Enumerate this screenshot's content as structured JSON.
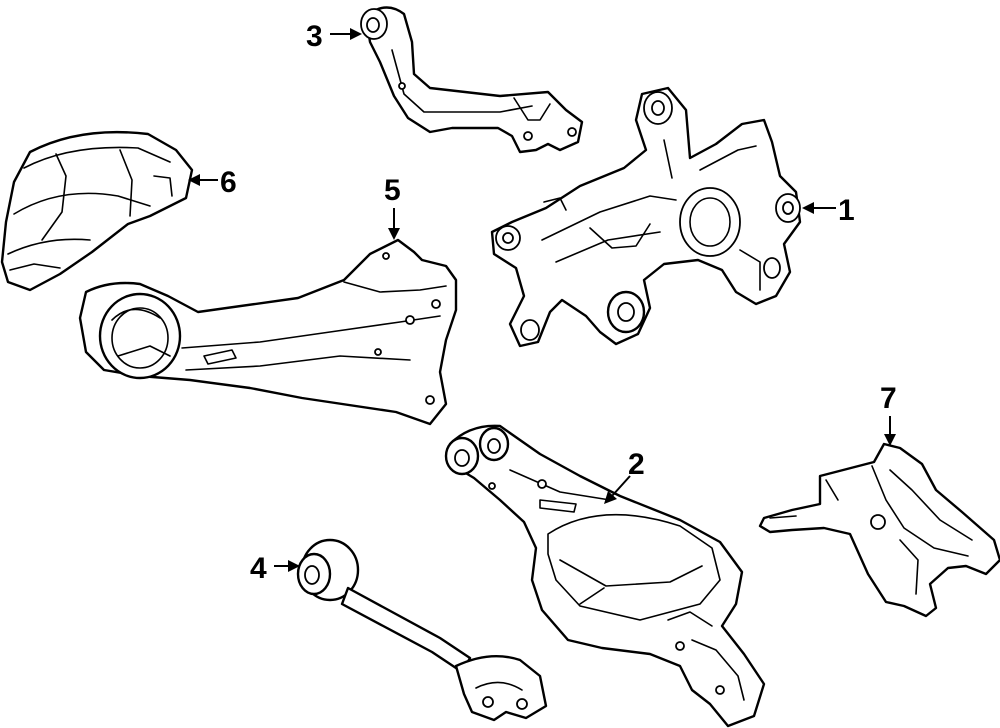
{
  "callouts": [
    {
      "id": "1",
      "text": "1"
    },
    {
      "id": "2",
      "text": "2"
    },
    {
      "id": "3",
      "text": "3"
    },
    {
      "id": "4",
      "text": "4"
    },
    {
      "id": "5",
      "text": "5"
    },
    {
      "id": "6",
      "text": "6"
    },
    {
      "id": "7",
      "text": "7"
    }
  ],
  "colors": {
    "line": "#000000",
    "fill": "#ffffff"
  }
}
